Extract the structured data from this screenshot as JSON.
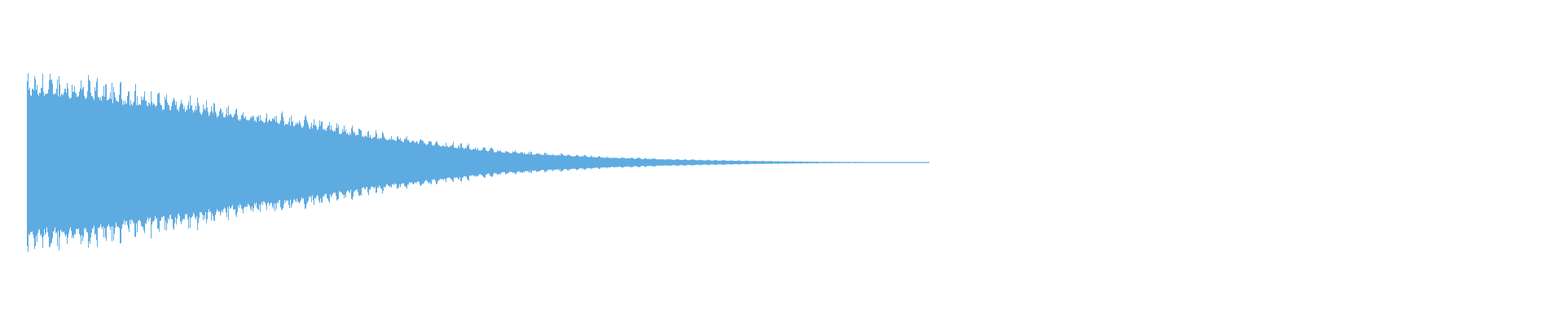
{
  "colors": {
    "background": "#ffffff",
    "waveform": "#5eabe2"
  },
  "chart_data": {
    "type": "area",
    "title": "",
    "xlabel": "",
    "ylabel": "",
    "grid": false,
    "legend": "none",
    "ylim": [
      -1,
      1
    ],
    "xlim": [
      0,
      1
    ],
    "series": [
      {
        "x": [
          0,
          0.04,
          0.08,
          0.12,
          0.16,
          0.2,
          0.24,
          0.28,
          0.32,
          0.36,
          0.4,
          0.44,
          0.48,
          0.52,
          0.56,
          0.6,
          0.64,
          0.68,
          0.72,
          0.76,
          0.8,
          0.84,
          0.88,
          0.92,
          0.96,
          1.0
        ],
        "peak": [
          1.0,
          1.0,
          0.96,
          0.86,
          0.79,
          0.73,
          0.62,
          0.58,
          0.52,
          0.42,
          0.33,
          0.28,
          0.22,
          0.16,
          0.12,
          0.1,
          0.07,
          0.055,
          0.04,
          0.03,
          0.022,
          0.015,
          0.01,
          0.007,
          0.004,
          0.0
        ],
        "rms": [
          0.62,
          0.6,
          0.56,
          0.52,
          0.48,
          0.43,
          0.39,
          0.34,
          0.29,
          0.24,
          0.2,
          0.16,
          0.12,
          0.09,
          0.07,
          0.055,
          0.042,
          0.03,
          0.022,
          0.016,
          0.011,
          0.008,
          0.005,
          0.003,
          0.002,
          0.0
        ]
      }
    ]
  }
}
